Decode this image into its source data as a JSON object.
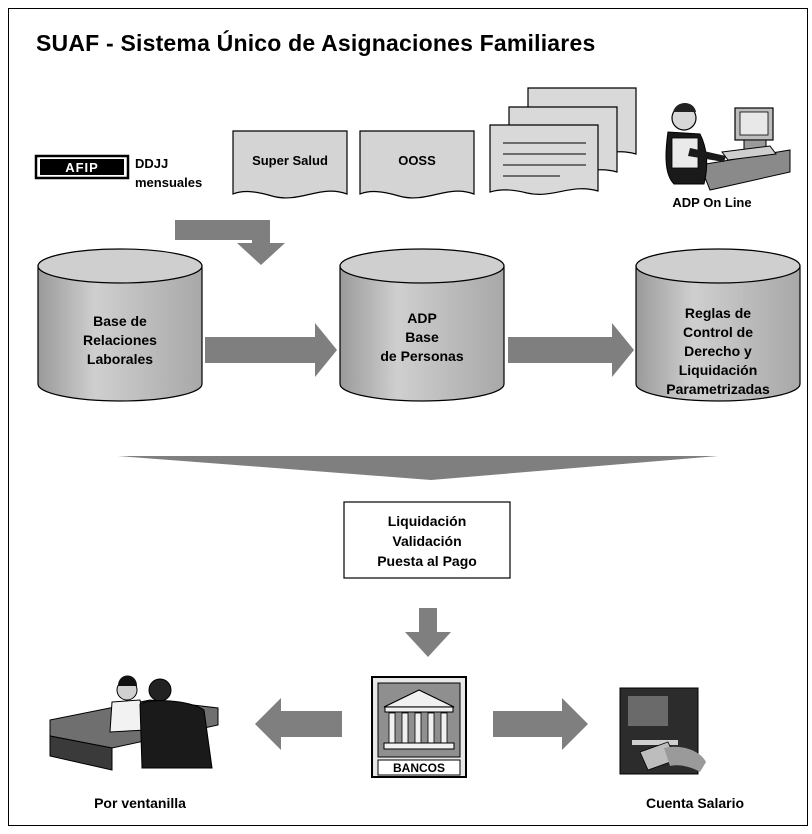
{
  "title": "SUAF - Sistema Único de Asignaciones Familiares",
  "sources": {
    "afip_logo": "AFIP",
    "ddjj_line1": "DDJJ",
    "ddjj_line2": "mensuales",
    "super_salud": "Super Salud",
    "ooss": "OOSS",
    "adp_online": "ADP On Line"
  },
  "databases": {
    "relaciones": [
      "Base de",
      "Relaciones",
      "Laborales"
    ],
    "personas": [
      "ADP",
      "Base",
      "de Personas"
    ],
    "reglas": [
      "Reglas de",
      "Control de",
      "Derecho y",
      "Liquidación",
      "Parametrizadas"
    ]
  },
  "process": [
    "Liquidación",
    "Validación",
    "Puesta al Pago"
  ],
  "bancos": "BANCOS",
  "outputs": {
    "ventanilla": "Por ventanilla",
    "cuenta_salario": "Cuenta Salario"
  },
  "colors": {
    "arrow": "#7f7f7f",
    "cylinder": "#c0c0c0",
    "document": "#d4d4d4"
  },
  "icons": [
    "afip-logo-icon",
    "operator-at-computer-icon",
    "bank-building-icon",
    "people-at-desk-icon",
    "card-at-atm-icon"
  ]
}
